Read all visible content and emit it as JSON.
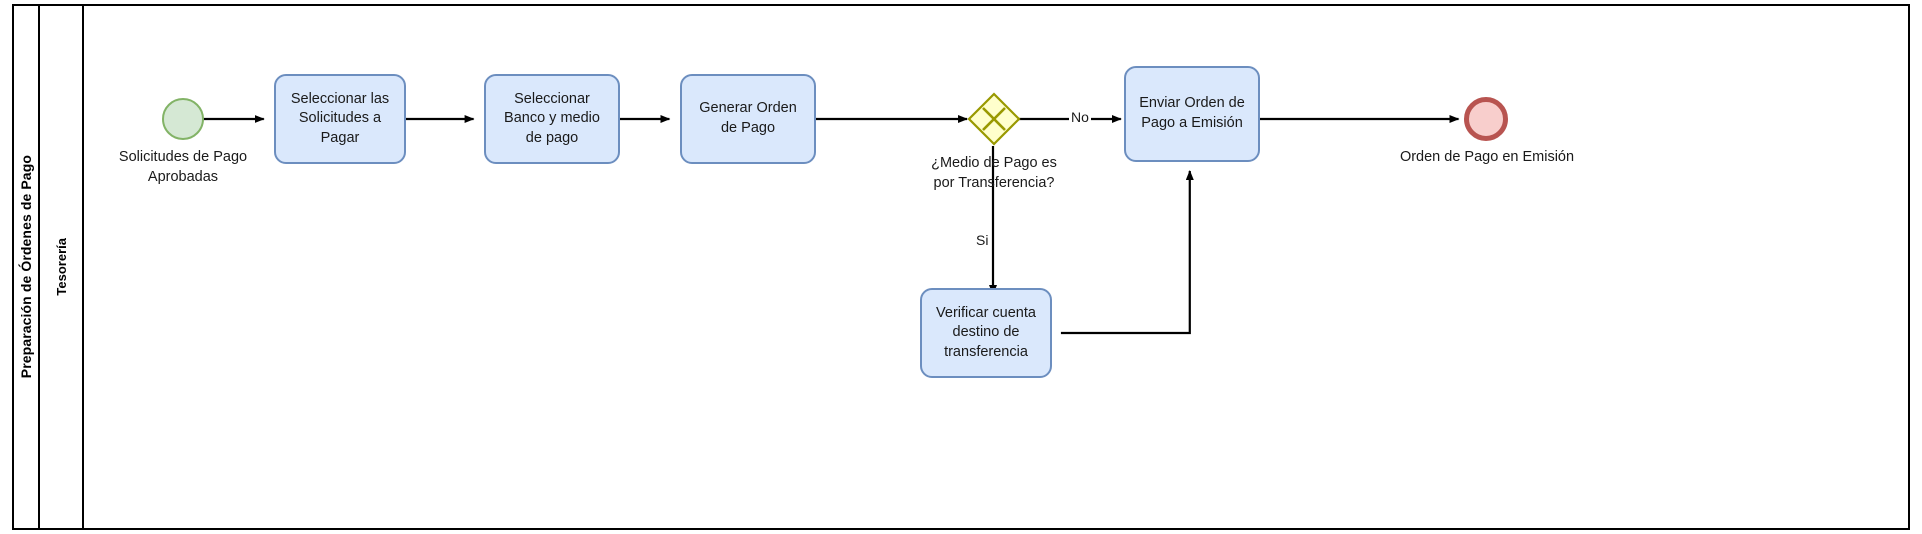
{
  "diagram": {
    "type": "bpmn-process-flow",
    "pool": {
      "label": "Preparación de Órdenes de Pago"
    },
    "lane": {
      "label": "Tesorería"
    },
    "colors": {
      "task_fill": "#dae8fc",
      "task_stroke": "#6c8ebf",
      "start_fill": "#d5e8d4",
      "start_stroke": "#82b366",
      "end_fill": "#f8cecc",
      "end_stroke": "#b85450",
      "gateway_fill": "#ffffcc",
      "gateway_stroke": "#999900",
      "connector": "#000000",
      "frame": "#000000",
      "background": "#ffffff"
    },
    "nodes": {
      "start_event": {
        "label": "Solicitudes de Pago\nAprobadas",
        "shape": "start-event-circle"
      },
      "task_1": {
        "label": "Seleccionar las Solicitudes a Pagar",
        "shape": "task"
      },
      "task_2": {
        "label": "Seleccionar Banco y medio de pago",
        "shape": "task"
      },
      "task_3": {
        "label": "Generar Orden de Pago",
        "shape": "task"
      },
      "gateway": {
        "label": "¿Medio de Pago es\npor Transferencia?",
        "shape": "exclusive-gateway-diamond"
      },
      "task_4": {
        "label": "Enviar Orden de Pago a Emisión",
        "shape": "task"
      },
      "task_5": {
        "label": "Verificar cuenta destino de transferencia",
        "shape": "task"
      },
      "end_event": {
        "label": "Orden de Pago en Emisión",
        "shape": "end-event-circle"
      }
    },
    "edge_labels": {
      "gateway_no": "No",
      "gateway_si": "Si"
    }
  }
}
